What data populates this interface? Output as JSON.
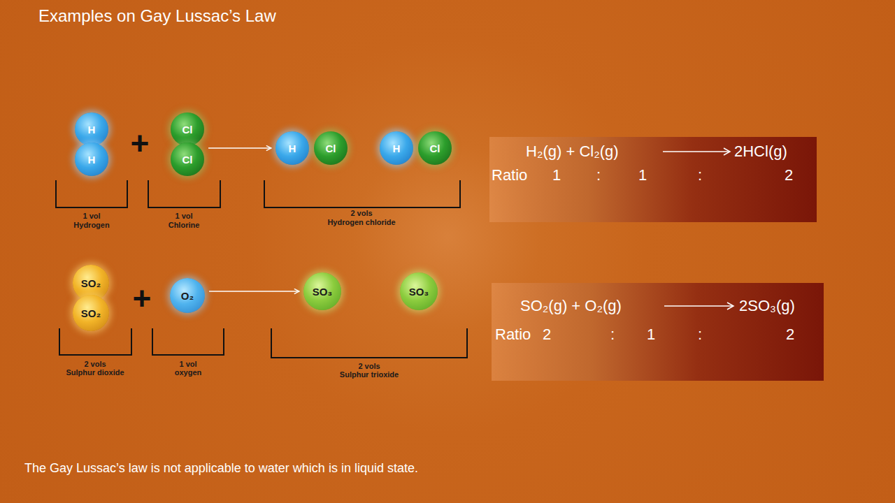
{
  "diagram": {
    "title": "Examples on Gay Lussac’s Law",
    "caption": "The Gay Lussac’s law is not applicable to water which is in liquid state.",
    "nodes": [
      {
        "text": [
          "H"
        ]
      },
      {
        "text": [
          "H"
        ]
      },
      {
        "text": [
          "Cl"
        ]
      },
      {
        "text": [
          "Cl"
        ]
      },
      {
        "text": [
          "H"
        ]
      },
      {
        "text": [
          "Cl"
        ]
      },
      {
        "text": [
          "H"
        ]
      },
      {
        "text": [
          "Cl"
        ]
      },
      {
        "text": [
          "H₂(g) + Cl₂(g)",
          "2HCl(g)",
          "Ratio",
          "1",
          ":",
          "1",
          ":",
          "2"
        ]
      },
      {
        "text": [
          "SO₂"
        ]
      },
      {
        "text": [
          "SO₂"
        ]
      },
      {
        "text": [
          "O₂"
        ]
      },
      {
        "text": [
          "SO₃"
        ]
      },
      {
        "text": [
          "SO₃"
        ]
      },
      {
        "text": [
          "SO₂(g) + O₂(g)",
          "2SO₃(g)",
          "Ratio",
          "2",
          ":",
          "1",
          ":",
          "2"
        ]
      }
    ],
    "edges": [
      {
        "from": 2,
        "to": 4,
        "arrow": "to"
      },
      {
        "from": 11,
        "to": 12,
        "arrow": "to"
      }
    ],
    "labels": [
      "+",
      "1 vol",
      "Hydrogen",
      "1 vol",
      "Chlorine",
      "2 vols",
      "Hydrogen chloride",
      "+",
      "2 vols",
      "Sulphur dioxide",
      "1 vol",
      "oxygen",
      "2 vols",
      "Sulphur trioxide"
    ]
  }
}
